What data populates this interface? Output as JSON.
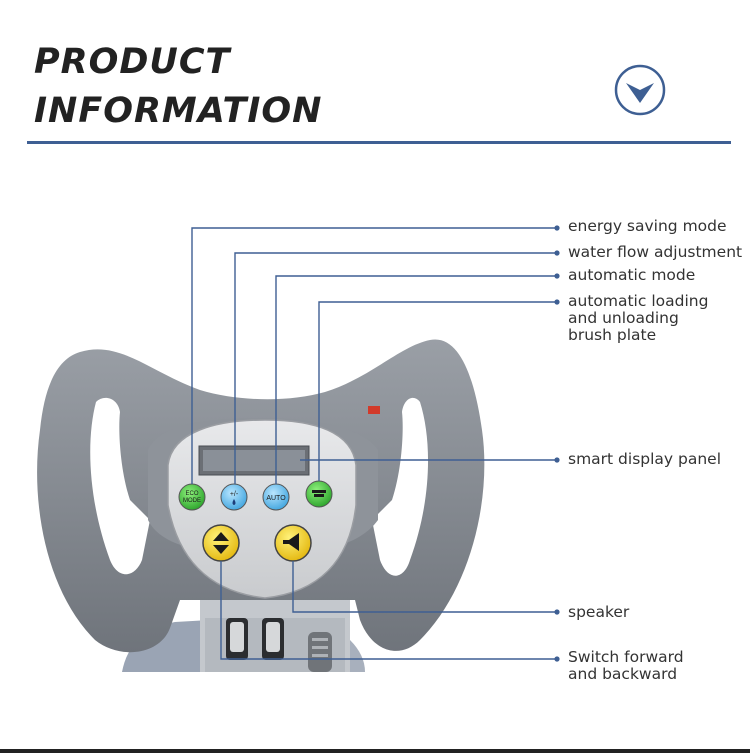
{
  "header": {
    "title_line1": "PRODUCT",
    "title_line2": "INFORMATION",
    "icon": "chevron-down-circle-icon",
    "accent_color": "#3e5f93"
  },
  "panel": {
    "buttons": [
      {
        "name": "eco-mode-button",
        "text": "ECO\nMODE",
        "color": "#3fbf3f"
      },
      {
        "name": "water-flow-button",
        "text": "+/-",
        "color": "#4fb3e8"
      },
      {
        "name": "auto-mode-button",
        "text": "AUTO",
        "color": "#4fb3e8"
      },
      {
        "name": "brush-plate-button",
        "text": "",
        "color": "#3fbf3f"
      },
      {
        "name": "switch-direction-button",
        "text": "",
        "color": "#f2d21a"
      },
      {
        "name": "speaker-button",
        "text": "",
        "color": "#f2d21a"
      }
    ]
  },
  "labels": {
    "energy_saving": "energy saving mode",
    "water_flow": "water flow adjustment",
    "automatic_mode": "automatic mode",
    "brush_plate_l1": "automatic loading",
    "brush_plate_l2": "and unloading",
    "brush_plate_l3": "brush plate",
    "display_panel": "smart display panel",
    "speaker": "speaker",
    "switch_l1": "Switch forward",
    "switch_l2": "and backward"
  }
}
